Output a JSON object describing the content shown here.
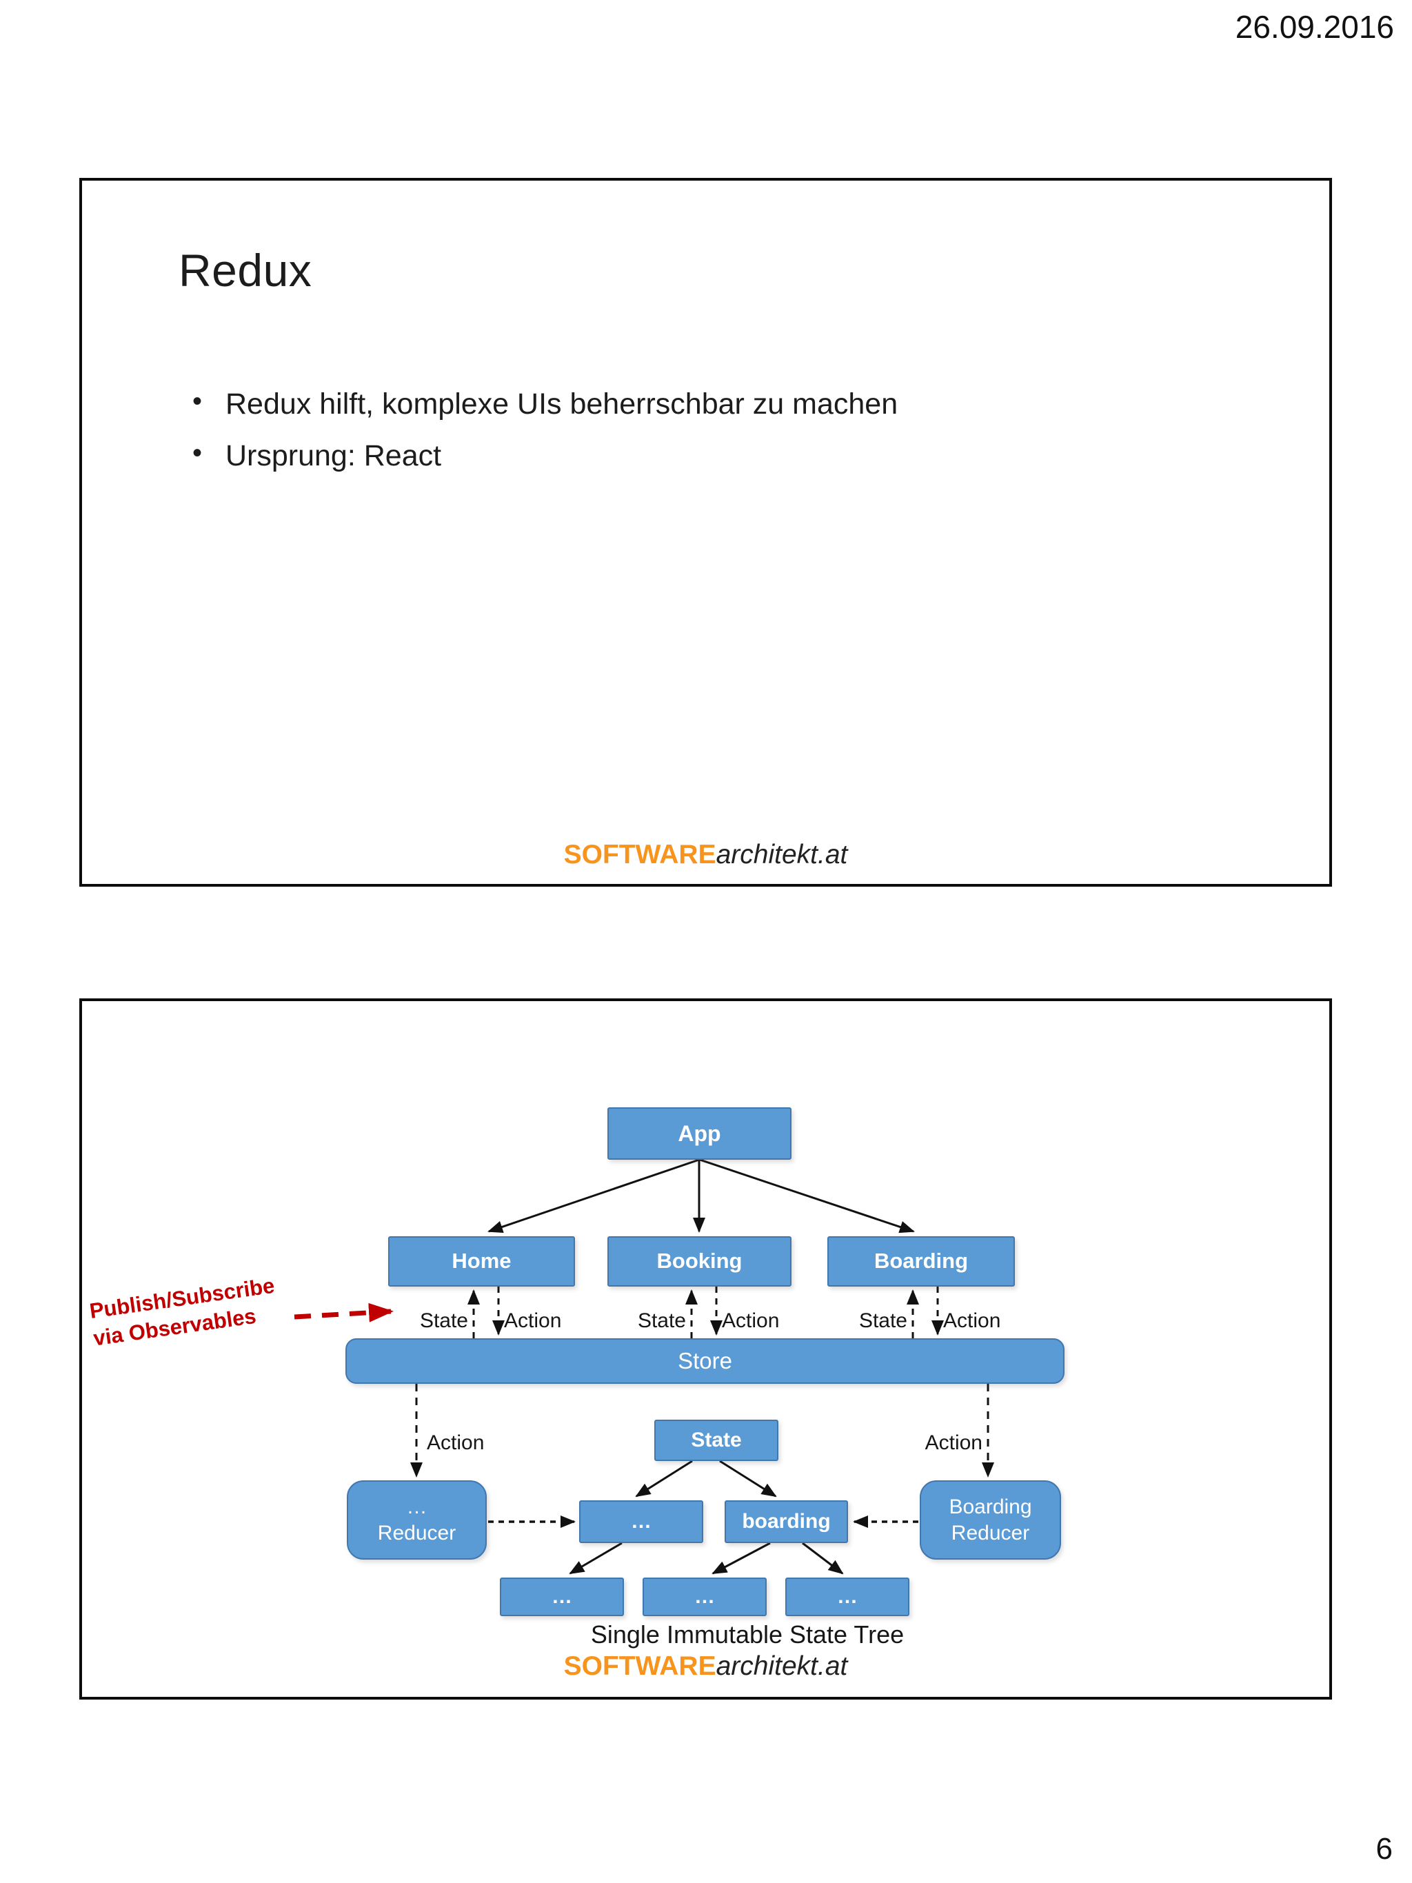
{
  "page": {
    "date": "26.09.2016",
    "page_number": "6"
  },
  "brand": {
    "software": "SOFTWARE",
    "architekt": "architekt.at"
  },
  "colors": {
    "node_blue": "#5B9BD5",
    "node_border": "#4177AD",
    "brand_orange": "#F7941D",
    "annotation_red": "#C00000"
  },
  "slide1": {
    "title": "Redux",
    "bullets": [
      "Redux hilft, komplexe UIs beherrschbar zu machen",
      "Ursprung: React"
    ]
  },
  "slide2": {
    "annotation": {
      "line1": "Publish/Subscribe",
      "line2": "via Observables"
    },
    "nodes": {
      "app": "App",
      "home": "Home",
      "booking": "Booking",
      "boarding": "Boarding",
      "store": "Store",
      "state": "State",
      "reducer_left_line1": "…",
      "reducer_left_line2": "Reducer",
      "reducer_right_line1": "Boarding",
      "reducer_right_line2": "Reducer",
      "mid_dots": "…",
      "mid_boarding": "boarding",
      "leaf1": "…",
      "leaf2": "…",
      "leaf3": "…"
    },
    "labels": {
      "state": "State",
      "action": "Action"
    },
    "caption": "Single Immutable State Tree"
  }
}
